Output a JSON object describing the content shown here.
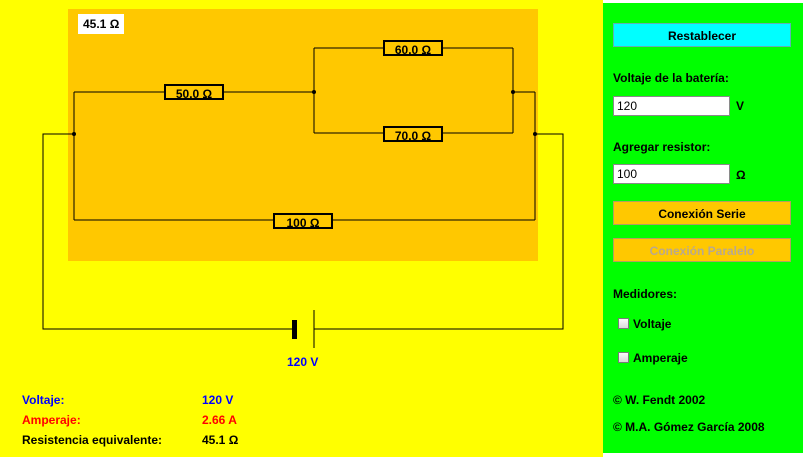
{
  "circuit": {
    "equivalent_display": "45.1 Ω",
    "resistors": {
      "r1": "60.0 Ω",
      "r2": "50.0 Ω",
      "r3": "70.0 Ω",
      "r4": "100 Ω"
    },
    "battery_label": "120 V"
  },
  "readouts": {
    "voltage_label": "Voltaje:",
    "voltage_value": "120 V",
    "current_label": "Amperaje:",
    "current_value": "2.66 A",
    "resistance_label": "Resistencia equivalente:",
    "resistance_value": "45.1 Ω"
  },
  "panel": {
    "reset_label": "Restablecer",
    "battery_voltage_label": "Voltaje de la batería:",
    "battery_voltage_value": "120",
    "battery_voltage_unit": "V",
    "add_resistor_label": "Agregar resistor:",
    "add_resistor_value": "100",
    "add_resistor_unit": "Ω",
    "series_label": "Conexión Serie",
    "parallel_label": "Conexión Paralelo",
    "meters_label": "Medidores:",
    "voltmeter_label": "Voltaje",
    "ammeter_label": "Amperaje",
    "copyright_1": "© W. Fendt 2002",
    "copyright_2": "© M.A. Gómez García 2008"
  },
  "colors": {
    "stage": "#ffff00",
    "panel": "#00ff00",
    "circuit_area": "#ffc800",
    "reset_button": "#00ffff",
    "voltage_text": "#0000ff",
    "current_text": "#ff0000"
  }
}
